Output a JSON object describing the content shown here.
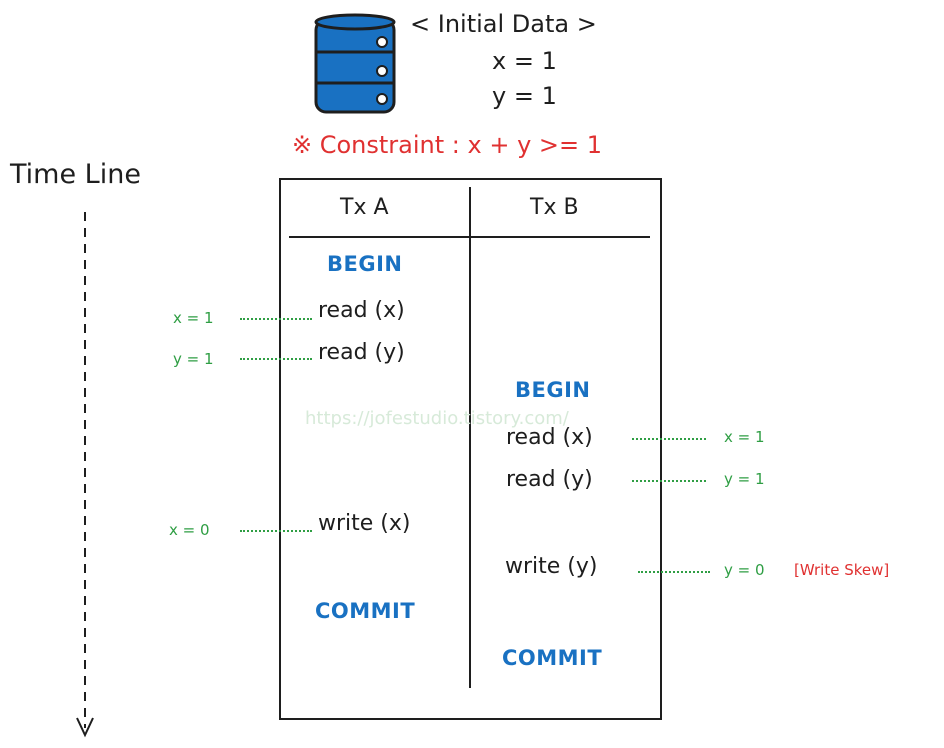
{
  "initial": {
    "title": "< Initial Data >",
    "x": "x = 1",
    "y": "y = 1"
  },
  "constraint": "※ Constraint : x + y >= 1",
  "timeline_label": "Time Line",
  "headers": {
    "a": "Tx A",
    "b": "Tx B"
  },
  "tx_a": {
    "begin": "BEGIN",
    "read_x": "read (x)",
    "read_y": "read (y)",
    "write_x": "write (x)",
    "commit": "COMMIT"
  },
  "tx_b": {
    "begin": "BEGIN",
    "read_x": "read (x)",
    "read_y": "read (y)",
    "write_y": "write (y)",
    "commit": "COMMIT"
  },
  "values_a": {
    "x1": "x = 1",
    "y1": "y = 1",
    "x0": "x = 0"
  },
  "values_b": {
    "x1": "x = 1",
    "y1": "y = 1",
    "y0": "y = 0"
  },
  "write_skew": "[Write Skew]",
  "watermark": "https://jofestudio.tistory.com/",
  "colors": {
    "ink": "#1e1e1e",
    "keyword": "#1971c2",
    "value": "#2f9e44",
    "alert": "#e03131",
    "database": "#1971c2"
  },
  "icons": [
    "database-icon",
    "arrow-down-icon"
  ]
}
